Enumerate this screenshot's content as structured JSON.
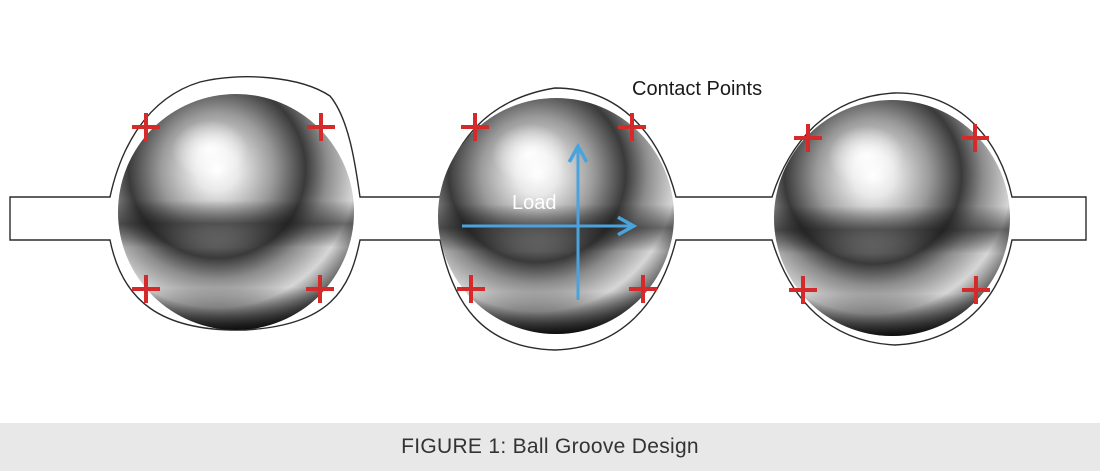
{
  "diagram": {
    "contact_label": "Contact Points",
    "load_label": "Load",
    "colors": {
      "contact_marker": "#d42a2a",
      "load_arrow": "#4aa3dc",
      "groove_outline": "#2b2b2b",
      "ball_highlight": "#ffffff",
      "ball_shadow": "#1a1a1a"
    },
    "balls": [
      {
        "name": "ball-1",
        "contact_points": 4
      },
      {
        "name": "ball-2",
        "contact_points": 4,
        "load_arrows": 2
      },
      {
        "name": "ball-3",
        "contact_points": 4
      }
    ]
  },
  "caption": {
    "text": "FIGURE 1: Ball Groove Design"
  }
}
